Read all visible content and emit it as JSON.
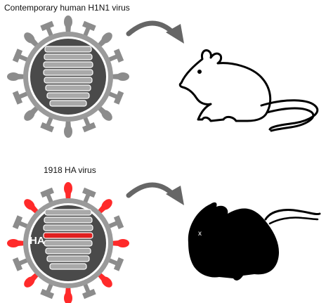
{
  "panels": {
    "top": {
      "label": "Contemporary human H1N1 virus"
    },
    "bottom": {
      "label": "1918 HA virus",
      "segment_label": "HA",
      "mouse_eye_mark": "x"
    }
  },
  "colors": {
    "virus_body": "#4a4a4a",
    "virus_ring": "#9a9a9a",
    "spike_gray": "#8c8c8c",
    "spike_red": "#ff2a2a",
    "segment_fill": "#a9a9a9",
    "segment_highlight": "#e02020",
    "arrow": "#666666",
    "mouse_fill": "#000000"
  }
}
